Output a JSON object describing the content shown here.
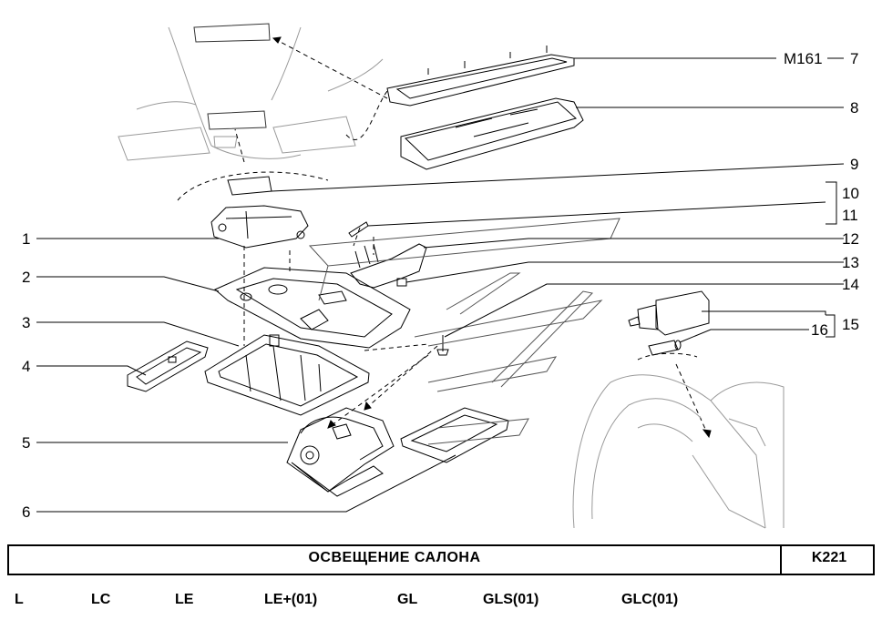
{
  "callouts": {
    "ref_m161": "M161",
    "n1": "1",
    "n2": "2",
    "n3": "3",
    "n4": "4",
    "n5": "5",
    "n6": "6",
    "n7": "7",
    "n8": "8",
    "n9": "9",
    "n10": "10",
    "n11": "11",
    "n12": "12",
    "n13": "13",
    "n14": "14",
    "n15": "15",
    "n16": "16"
  },
  "footer": {
    "title": "ОСВЕЩЕНИЕ   САЛОНА",
    "code": "K221",
    "variants": [
      "L",
      "LC",
      "LE",
      "LE+(01)",
      "GL",
      "GLS(01)",
      "GLC(01)"
    ]
  }
}
